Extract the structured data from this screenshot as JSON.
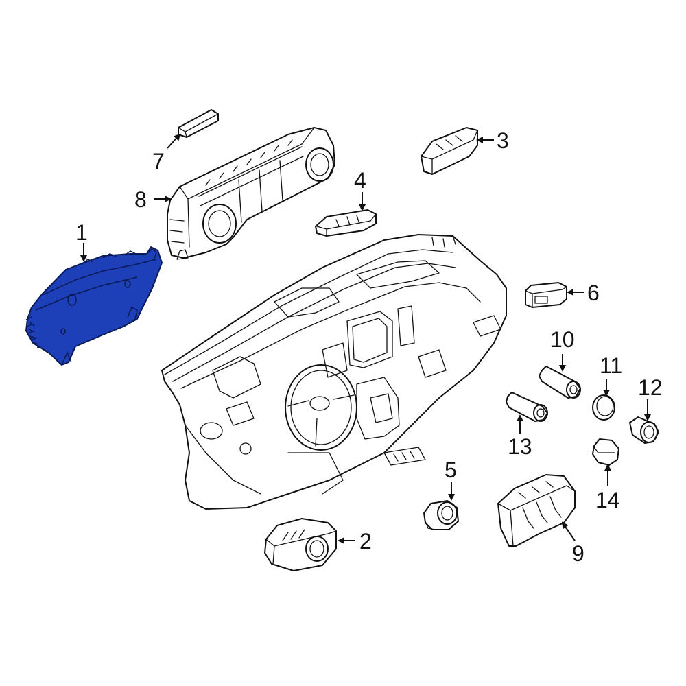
{
  "diagram": {
    "highlight_color": "#1d3fb8",
    "highlighted_part": "1",
    "callouts": [
      {
        "id": "1",
        "label": "1"
      },
      {
        "id": "2",
        "label": "2"
      },
      {
        "id": "3",
        "label": "3"
      },
      {
        "id": "4",
        "label": "4"
      },
      {
        "id": "5",
        "label": "5"
      },
      {
        "id": "6",
        "label": "6"
      },
      {
        "id": "7",
        "label": "7"
      },
      {
        "id": "8",
        "label": "8"
      },
      {
        "id": "9",
        "label": "9"
      },
      {
        "id": "10",
        "label": "10"
      },
      {
        "id": "11",
        "label": "11"
      },
      {
        "id": "12",
        "label": "12"
      },
      {
        "id": "13",
        "label": "13"
      },
      {
        "id": "14",
        "label": "14"
      }
    ]
  }
}
